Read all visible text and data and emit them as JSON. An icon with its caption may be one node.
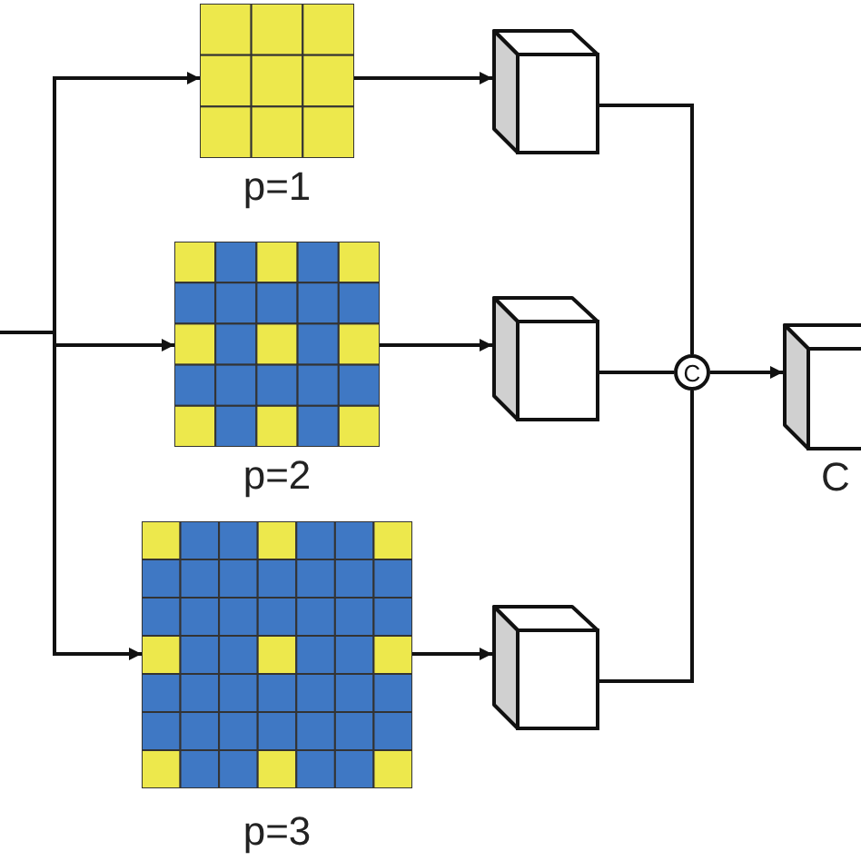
{
  "diagram": {
    "nodes": [
      {
        "text": [],
        "shape": "grid",
        "beside": [
          "p=1"
        ]
      },
      {
        "text": [],
        "shape": "grid",
        "beside": [
          "p=2"
        ]
      },
      {
        "text": [],
        "shape": "grid",
        "beside": [
          "p=3"
        ]
      },
      {
        "text": [],
        "shape": "cube"
      },
      {
        "text": [],
        "shape": "cube"
      },
      {
        "text": [],
        "shape": "cube"
      },
      {
        "text": [
          "C"
        ]
      },
      {
        "text": [],
        "shape": "cube",
        "beside": [
          "C"
        ]
      }
    ],
    "edges": [
      {
        "from": null,
        "to": 0,
        "arrow": "to"
      },
      {
        "from": null,
        "to": 1,
        "arrow": "to"
      },
      {
        "from": null,
        "to": 2,
        "arrow": "to"
      },
      {
        "from": 0,
        "to": 3,
        "arrow": "to"
      },
      {
        "from": 1,
        "to": 4,
        "arrow": "to"
      },
      {
        "from": 2,
        "to": 5,
        "arrow": "to"
      },
      {
        "from": 3,
        "to": 6,
        "arrow": "none"
      },
      {
        "from": 4,
        "to": 6,
        "arrow": "none"
      },
      {
        "from": 5,
        "to": 6,
        "arrow": "none"
      },
      {
        "from": 6,
        "to": 7,
        "arrow": "to"
      }
    ]
  }
}
